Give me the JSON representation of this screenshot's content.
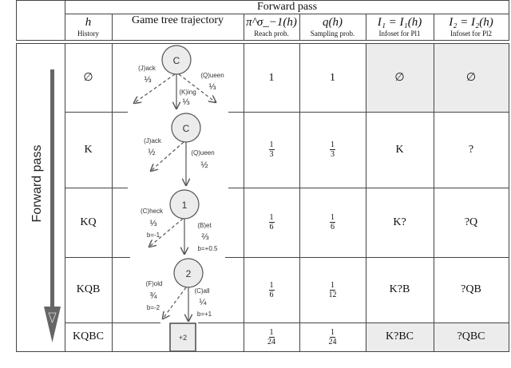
{
  "header": {
    "group_title": "Forward pass",
    "columns": [
      {
        "math": "h",
        "sub": "History"
      },
      {
        "math": "Game tree trajectory",
        "sub": ""
      },
      {
        "math": "π^σ_−1(h)",
        "sub": "Reach prob."
      },
      {
        "math": "q(h)",
        "sub": "Sampling prob."
      },
      {
        "math": "I₁ = I₁(h)",
        "sub": "Infoset for Pl1"
      },
      {
        "math": "I₂ = I₂(h)",
        "sub": "Infoset for Pl2"
      }
    ]
  },
  "side_label": "Forward pass",
  "rows": [
    {
      "history": "∅",
      "reach": {
        "n": "1",
        "d": ""
      },
      "sampling": {
        "n": "1",
        "d": ""
      },
      "infoset1": "∅",
      "infoset2": "∅",
      "highlighted": true
    },
    {
      "history": "K",
      "reach": {
        "n": "1",
        "d": "3"
      },
      "sampling": {
        "n": "1",
        "d": "3"
      },
      "infoset1": "K",
      "infoset2": "?",
      "highlighted": false
    },
    {
      "history": "KQ",
      "reach": {
        "n": "1",
        "d": "6"
      },
      "sampling": {
        "n": "1",
        "d": "6"
      },
      "infoset1": "K?",
      "infoset2": "?Q",
      "highlighted": false
    },
    {
      "history": "KQB",
      "reach": {
        "n": "1",
        "d": "6"
      },
      "sampling": {
        "n": "1",
        "d": "12"
      },
      "infoset1": "K?B",
      "infoset2": "?QB",
      "highlighted": false
    },
    {
      "history": "KQBC",
      "reach": {
        "n": "1",
        "d": "24"
      },
      "sampling": {
        "n": "1",
        "d": "24"
      },
      "infoset1": "K?BC",
      "infoset2": "?QBC",
      "highlighted": true
    }
  ],
  "tree": {
    "nodes": [
      "C",
      "C",
      "1",
      "2"
    ],
    "terminal": "+2",
    "edges": {
      "n1_jack": "(J)ack",
      "n1_jack_p": "⅓",
      "n1_king": "(K)ing",
      "n1_king_p": "⅓",
      "n1_queen": "(Q)ueen",
      "n1_queen_p": "⅓",
      "n2_jack": "(J)ack",
      "n2_jack_p": "½",
      "n2_queen": "(Q)ueen",
      "n2_queen_p": "½",
      "n3_check": "(C)heck",
      "n3_check_p": "⅓",
      "n3_check_b": "b=-1",
      "n3_bet": "(B)et",
      "n3_bet_p": "⅔",
      "n3_bet_b": "b=+0.5",
      "n4_fold": "(F)old",
      "n4_fold_p": "¾",
      "n4_fold_b": "b=-2",
      "n4_call": "(C)all",
      "n4_call_p": "¼",
      "n4_call_b": "b=+1"
    }
  },
  "colors": {
    "highlight": "#ececec",
    "node_fill": "#ececec",
    "line": "#444444",
    "arrow": "#555555"
  }
}
